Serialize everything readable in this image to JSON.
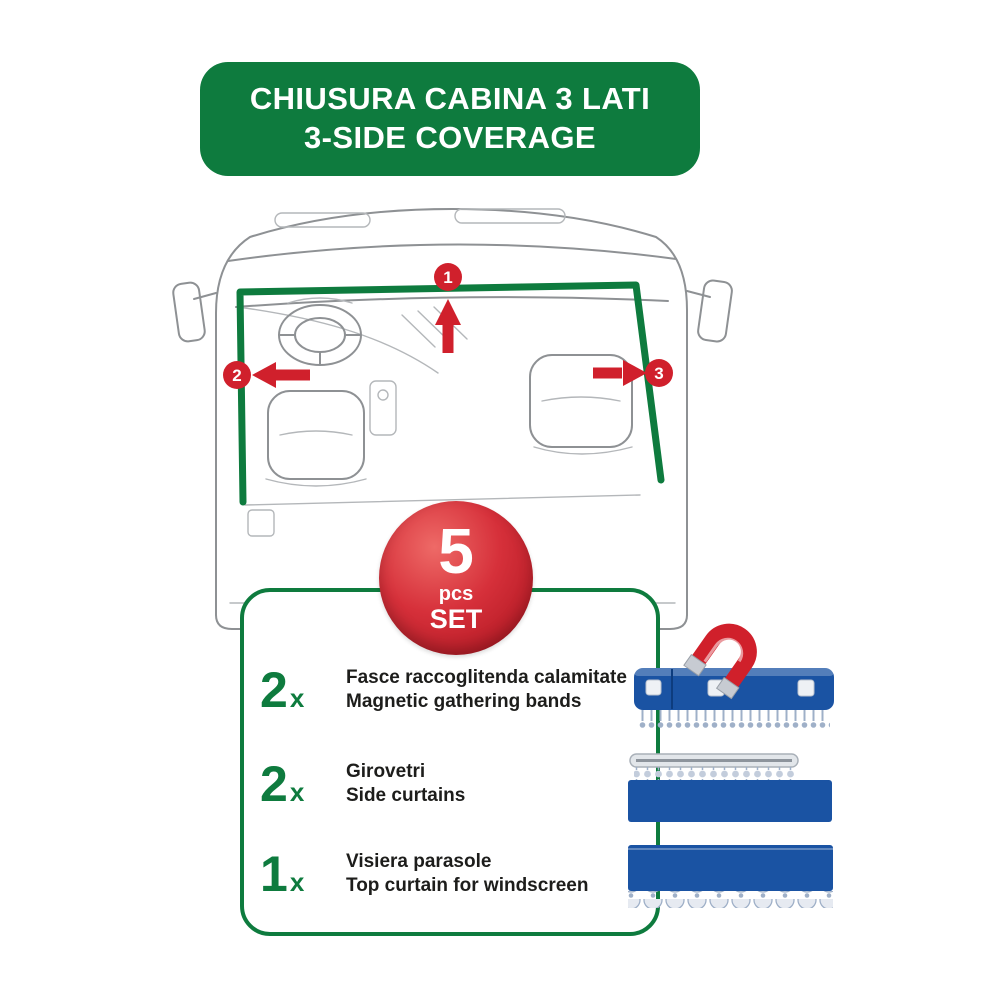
{
  "colors": {
    "green": "#0e7b3e",
    "red": "#d0202c",
    "blue": "#1a53a3",
    "dark": "#1d1d1b"
  },
  "banner": {
    "line1": "CHIUSURA CABINA 3 LATI",
    "line2": "3-SIDE COVERAGE"
  },
  "diagram": {
    "subject": "truck-cab-interior-top-view-with-3-side-coverage-path",
    "markers": [
      {
        "number": "1",
        "direction": "up"
      },
      {
        "number": "2",
        "direction": "left"
      },
      {
        "number": "3",
        "direction": "right"
      }
    ]
  },
  "badge": {
    "count": "5",
    "unit": "pcs",
    "set": "SET"
  },
  "kit": {
    "items": [
      {
        "qty": "2",
        "times": "x",
        "label_it": "Fasce raccoglitenda calamitate",
        "label_en": "Magnetic gathering bands",
        "icon": "magnetic-gathering-band"
      },
      {
        "qty": "2",
        "times": "x",
        "label_it": "Girovetri",
        "label_en": "Side curtains",
        "icon": "side-curtain"
      },
      {
        "qty": "1",
        "times": "x",
        "label_it": "Visiera parasole",
        "label_en": "Top curtain for windscreen",
        "icon": "windscreen-curtain"
      }
    ]
  },
  "illustrations": {
    "magnet": "horseshoe-magnet-icon",
    "band": "magnetic-band-with-fringe",
    "rail": "curtain-rail-with-pompoms",
    "visor": "scalloped-windscreen-curtain"
  }
}
